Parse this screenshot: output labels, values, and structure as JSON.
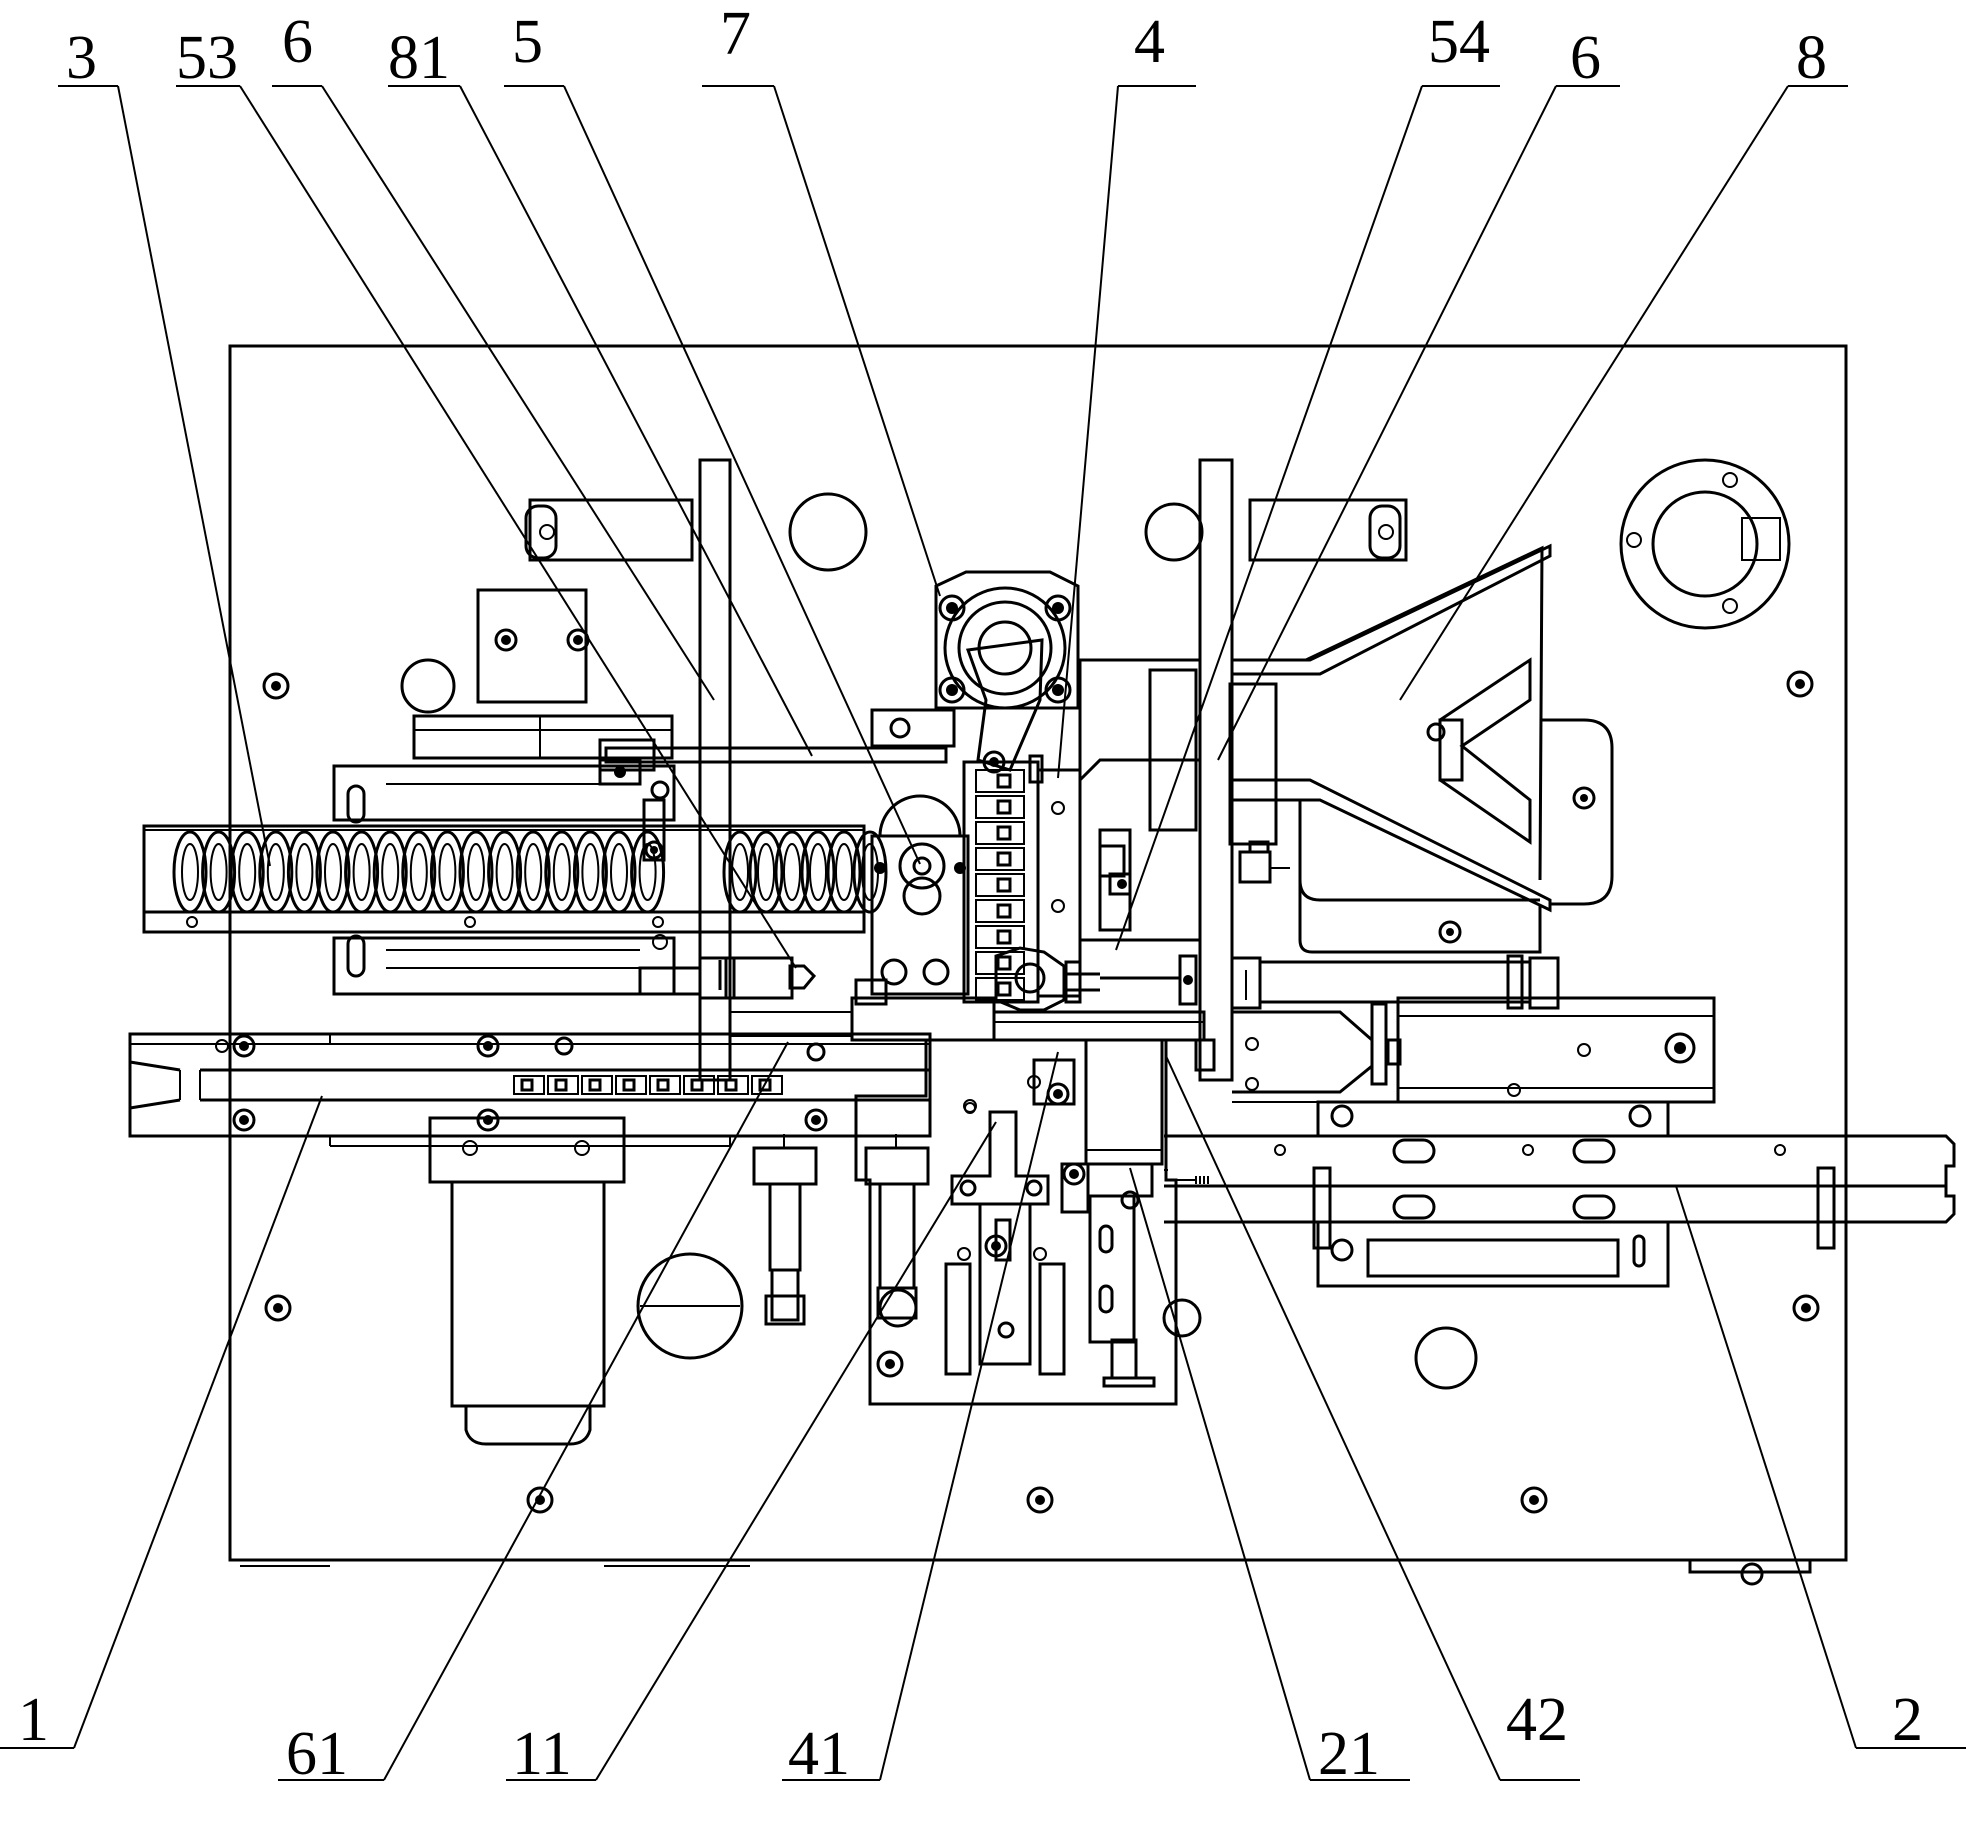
{
  "labels": {
    "top": [
      {
        "id": "3",
        "text": "3"
      },
      {
        "id": "53",
        "text": "53"
      },
      {
        "id": "6a",
        "text": "6"
      },
      {
        "id": "81",
        "text": "81"
      },
      {
        "id": "5",
        "text": "5"
      },
      {
        "id": "7",
        "text": "7"
      },
      {
        "id": "4",
        "text": "4"
      },
      {
        "id": "54",
        "text": "54"
      },
      {
        "id": "6b",
        "text": "6"
      },
      {
        "id": "8",
        "text": "8"
      }
    ],
    "bottom": [
      {
        "id": "1",
        "text": "1"
      },
      {
        "id": "61",
        "text": "61"
      },
      {
        "id": "11",
        "text": "11"
      },
      {
        "id": "41",
        "text": "41"
      },
      {
        "id": "21",
        "text": "21"
      },
      {
        "id": "42",
        "text": "42"
      },
      {
        "id": "2",
        "text": "2"
      }
    ]
  }
}
